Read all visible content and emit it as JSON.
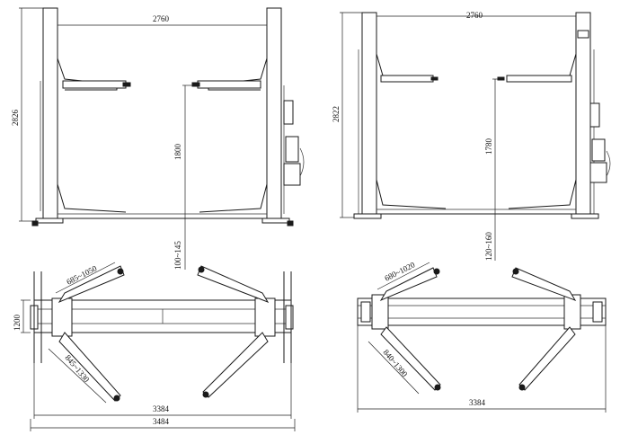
{
  "left_front": {
    "width_2760": "2760",
    "height_2826": "2826",
    "lift_1800": "1800",
    "pad_100_145": "100~145"
  },
  "left_top": {
    "arm_front": "685~1050",
    "arm_rear": "845~1330",
    "width_3384": "3384",
    "width_3484": "3484",
    "depth_1200": "1200"
  },
  "right_front": {
    "width_2760": "2760",
    "height_2822": "2822",
    "lift_1780": "1780",
    "pad_120_160": "120~160"
  },
  "right_top": {
    "arm_front": "680~1020",
    "arm_rear": "840~1300",
    "width_3384": "3384"
  }
}
